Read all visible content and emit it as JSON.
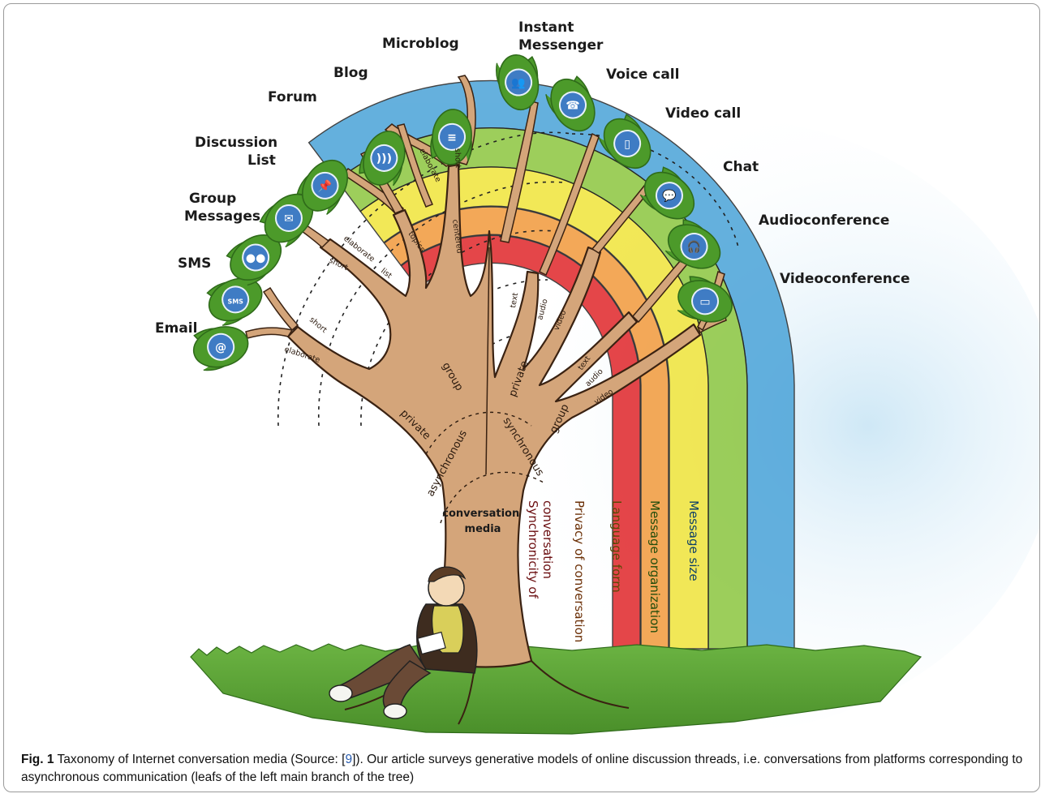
{
  "figure": {
    "leaves": [
      {
        "label": "Email",
        "icon": "at-icon"
      },
      {
        "label": "SMS",
        "icon": "sms-icon"
      },
      {
        "label": "Group\nMessages",
        "icon": "group-bubbles-icon"
      },
      {
        "label": "Discussion\nList",
        "icon": "envelope-icon"
      },
      {
        "label": "Forum",
        "icon": "pushpin-icon"
      },
      {
        "label": "Blog",
        "icon": "rss-icon"
      },
      {
        "label": "Microblog",
        "icon": "text-lines-icon"
      },
      {
        "label": "Instant\nMessenger",
        "icon": "people-icon"
      },
      {
        "label": "Voice call",
        "icon": "phone-icon"
      },
      {
        "label": "Video call",
        "icon": "mobile-icon"
      },
      {
        "label": "Chat",
        "icon": "speech-bubble-icon"
      },
      {
        "label": "Audioconference",
        "icon": "headset-icon"
      },
      {
        "label": "Videoconference",
        "icon": "monitor-icon"
      }
    ],
    "branch_labels": {
      "short_email": "short",
      "elaborate_email": "elaborate",
      "elaborate_list": "elaborate",
      "short_list": "short",
      "list": "list",
      "topics": "topics",
      "elaborate_blog": "elaborate",
      "short_micro": "short",
      "centered": "centered",
      "text_private": "text",
      "audio_private": "audio",
      "video_private": "video",
      "text_group": "text",
      "audio_group": "audio",
      "video_group": "video"
    },
    "main_labels": {
      "group_left": "group",
      "private_left": "private",
      "private_right": "private",
      "group_right": "group",
      "asynchronous": "asynchronous",
      "synchronous": "synchronous"
    },
    "core_label": "conversation\nmedia",
    "bands": [
      {
        "label": "Synchronicity of\nconversation",
        "color": "#e0262a",
        "text_color": "#6a0d0f"
      },
      {
        "label": "Privacy of conversation",
        "color": "#f29a3c",
        "text_color": "#6b2f06"
      },
      {
        "label": "Language form",
        "color": "#f0e43a",
        "text_color": "#5a4a05"
      },
      {
        "label": "Message organization",
        "color": "#8cc63f",
        "text_color": "#234d0c"
      },
      {
        "label": "Message size",
        "color": "#4aa3d8",
        "text_color": "#0e3f66"
      }
    ],
    "colors": {
      "trunk": "#d4a57a",
      "trunk_outline": "#3a2212",
      "leaf": "#4c9a2a",
      "leaf_dark": "#2f6b1a",
      "icon_circle": "#3f7cc4",
      "grass": "#5fa83a"
    }
  },
  "caption": {
    "fig_number": "Fig. 1",
    "text_before_cite": " Taxonomy of Internet conversation media (Source: [",
    "cite": "9",
    "text_after_cite": "]). Our article surveys generative models of online discussion threads, i.e. conversations from platforms corresponding to asynchronous communication (leafs of the left main branch of the tree)"
  }
}
